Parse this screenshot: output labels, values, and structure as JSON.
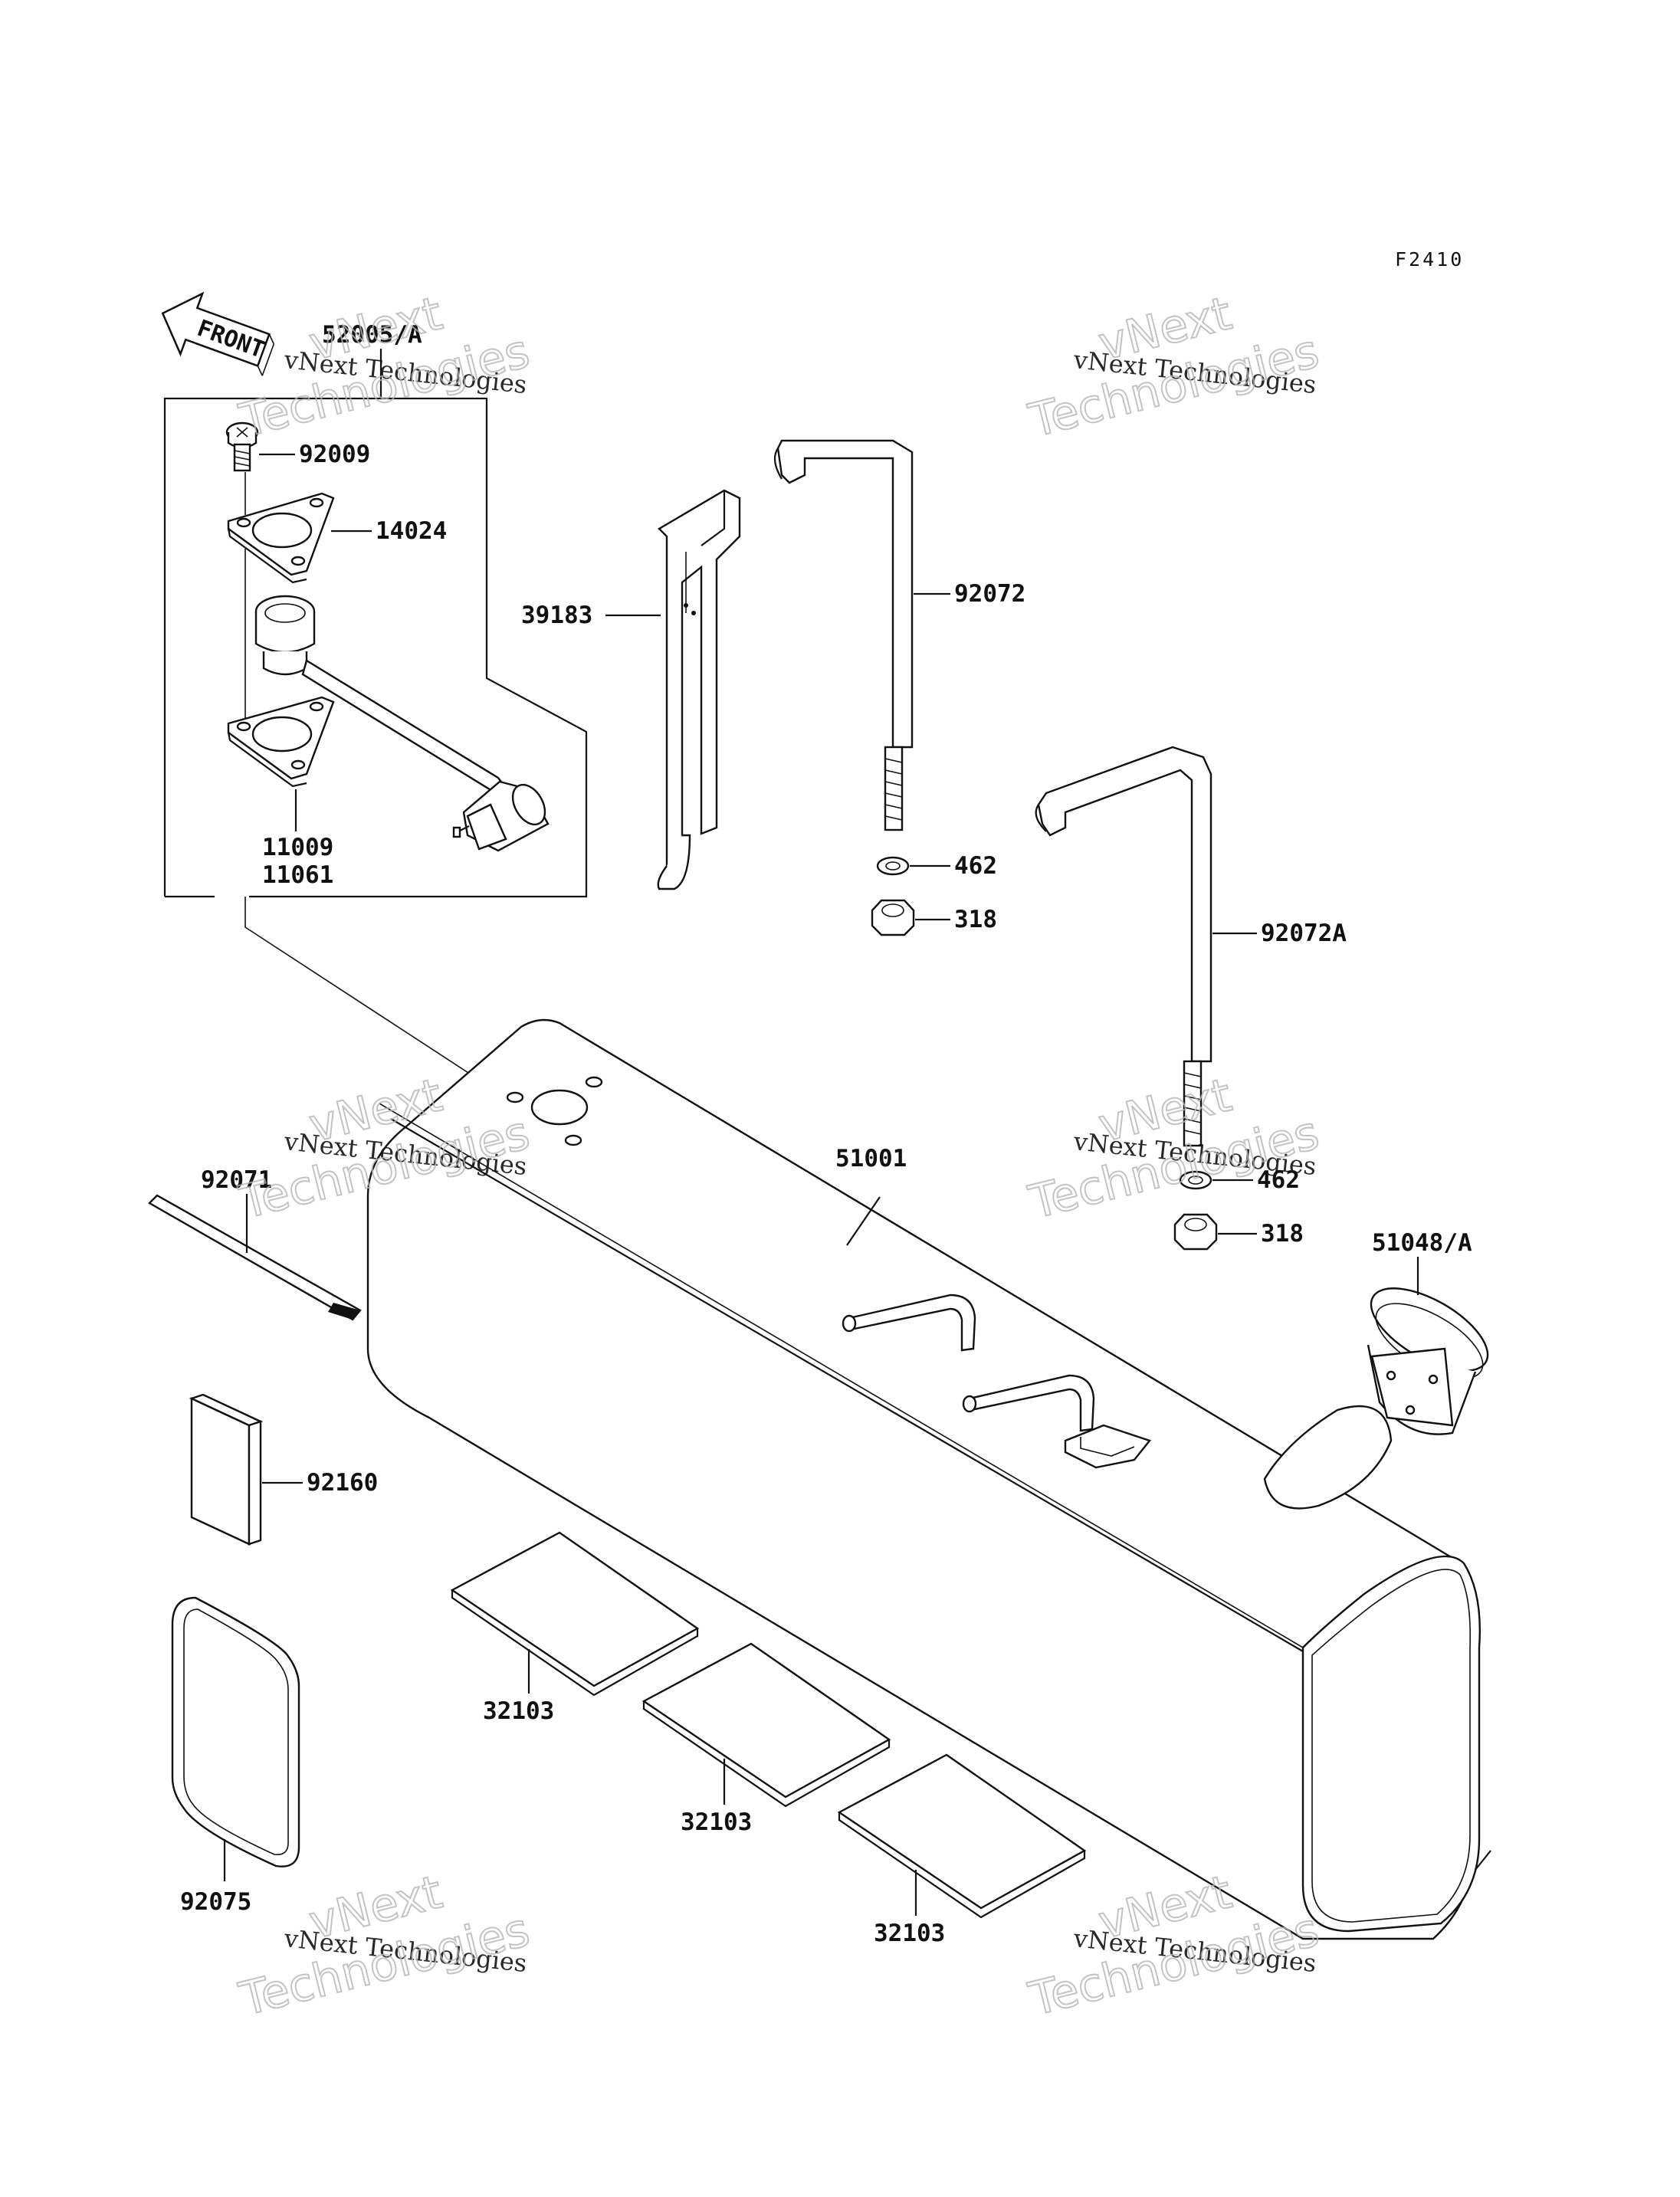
{
  "figure_code": "F2410",
  "front_marker": "FRONT",
  "watermark": {
    "small": "vNext Technologies",
    "big_line1": "vNext",
    "big_line2": "Technologies"
  },
  "parts": {
    "p52005": "52005/A",
    "p92009": "92009",
    "p14024": "14024",
    "p11009": "11009",
    "p11061": "11061",
    "p39183": "39183",
    "p92072": "92072",
    "p462a": "462",
    "p318a": "318",
    "p92072A": "92072A",
    "p51001": "51001",
    "p462b": "462",
    "p318b": "318",
    "p51048": "51048/A",
    "p92071": "92071",
    "p92160": "92160",
    "p32103a": "32103",
    "p32103b": "32103",
    "p32103c": "32103",
    "p92075": "92075"
  }
}
